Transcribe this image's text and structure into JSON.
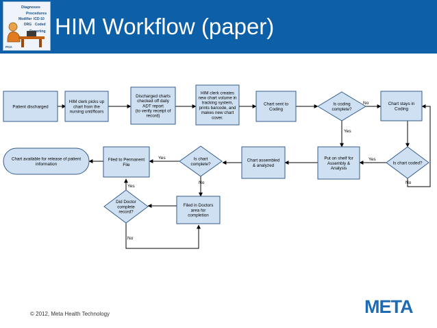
{
  "header": {
    "title": "HIM Workflow (paper)",
    "logo_words": [
      "Diagnoses",
      "Procedures",
      "Modifier",
      "ICD-10",
      "DRG",
      "Coded",
      "Reporting",
      "POA"
    ]
  },
  "footer": {
    "copyright": "© 2012, Meta Health Technology",
    "brand": "META"
  },
  "colors": {
    "title_bar": "#0d5fa8",
    "node_fill": "#cfe0f2",
    "node_stroke": "#335d8c",
    "brand": "#1f6bb3"
  },
  "diagram": {
    "nodes": [
      {
        "id": "n1",
        "shape": "rect",
        "lines": [
          "Patient discharged"
        ]
      },
      {
        "id": "n2",
        "shape": "rect",
        "lines": [
          "HIM clerk picks up",
          "chart from the",
          "nursing unit/floors"
        ]
      },
      {
        "id": "n3",
        "shape": "rect",
        "lines": [
          "Discharged charts",
          "checked off daily",
          "ADT report",
          "(to verify receipt of",
          "record)"
        ]
      },
      {
        "id": "n4",
        "shape": "rect",
        "lines": [
          "HIM clerk creates",
          "new chart volume in",
          "tracking system,",
          "prints barcode, and",
          "makes new chart",
          "cover."
        ]
      },
      {
        "id": "n5",
        "shape": "rect",
        "lines": [
          "Chart sent to",
          "Coding"
        ]
      },
      {
        "id": "n6",
        "shape": "diamond",
        "lines": [
          "Is coding",
          "complete?"
        ]
      },
      {
        "id": "n7",
        "shape": "rect",
        "lines": [
          "Chart stays in",
          "Coding"
        ]
      },
      {
        "id": "n8",
        "shape": "diamond",
        "lines": [
          "Is chart coded?"
        ]
      },
      {
        "id": "n9",
        "shape": "rect",
        "lines": [
          "Put on shelf for",
          "Assembly &",
          "Analysis"
        ]
      },
      {
        "id": "n10",
        "shape": "rect",
        "lines": [
          "Chart assembled",
          "& analyzed"
        ]
      },
      {
        "id": "n11",
        "shape": "diamond",
        "lines": [
          "Is chart",
          "complete?"
        ]
      },
      {
        "id": "n12",
        "shape": "rect",
        "lines": [
          "Filed to Permanent",
          "File"
        ]
      },
      {
        "id": "n13",
        "shape": "terminal",
        "lines": [
          "Chart available for release of patient",
          "information"
        ]
      },
      {
        "id": "n14",
        "shape": "rect",
        "lines": [
          "Filed in Doctors",
          "area for",
          "completion"
        ]
      },
      {
        "id": "n15",
        "shape": "diamond",
        "lines": [
          "Did Doctor",
          "complete",
          "record?"
        ]
      }
    ],
    "edge_labels": {
      "coding_no": "No",
      "coding_yes": "Yes",
      "coded_yes": "Yes",
      "coded_no": "No",
      "complete_yes": "Yes",
      "complete_no": "No",
      "doctor_yes": "Yes",
      "doctor_no": "No"
    }
  }
}
